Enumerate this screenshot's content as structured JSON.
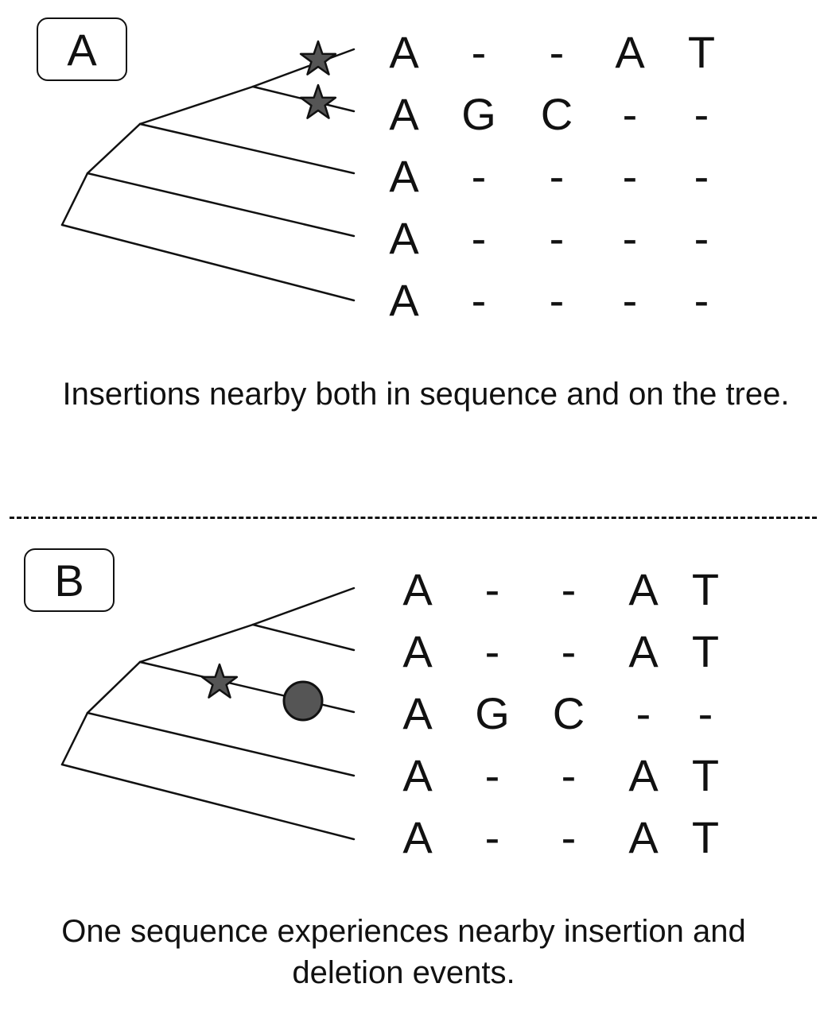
{
  "panel_a": {
    "label": "A",
    "alignment": [
      [
        "A",
        "-",
        "-",
        "A",
        "T"
      ],
      [
        "A",
        "G",
        "C",
        "-",
        "-"
      ],
      [
        "A",
        "-",
        "-",
        "-",
        "-"
      ],
      [
        "A",
        "-",
        "-",
        "-",
        "-"
      ],
      [
        "A",
        "-",
        "-",
        "-",
        "-"
      ]
    ],
    "caption": "Insertions nearby both in sequence and on the tree."
  },
  "panel_b": {
    "label": "B",
    "alignment": [
      [
        "A",
        "-",
        "-",
        "A",
        "T"
      ],
      [
        "A",
        "-",
        "-",
        "A",
        "T"
      ],
      [
        "A",
        "G",
        "C",
        "-",
        "-"
      ],
      [
        "A",
        "-",
        "-",
        "A",
        "T"
      ],
      [
        "A",
        "-",
        "-",
        "A",
        "T"
      ]
    ],
    "caption_line1": "One sequence experiences nearby insertion and",
    "caption_line2": "deletion events."
  },
  "colors": {
    "line": "#111111",
    "marker_fill": "#555555"
  }
}
